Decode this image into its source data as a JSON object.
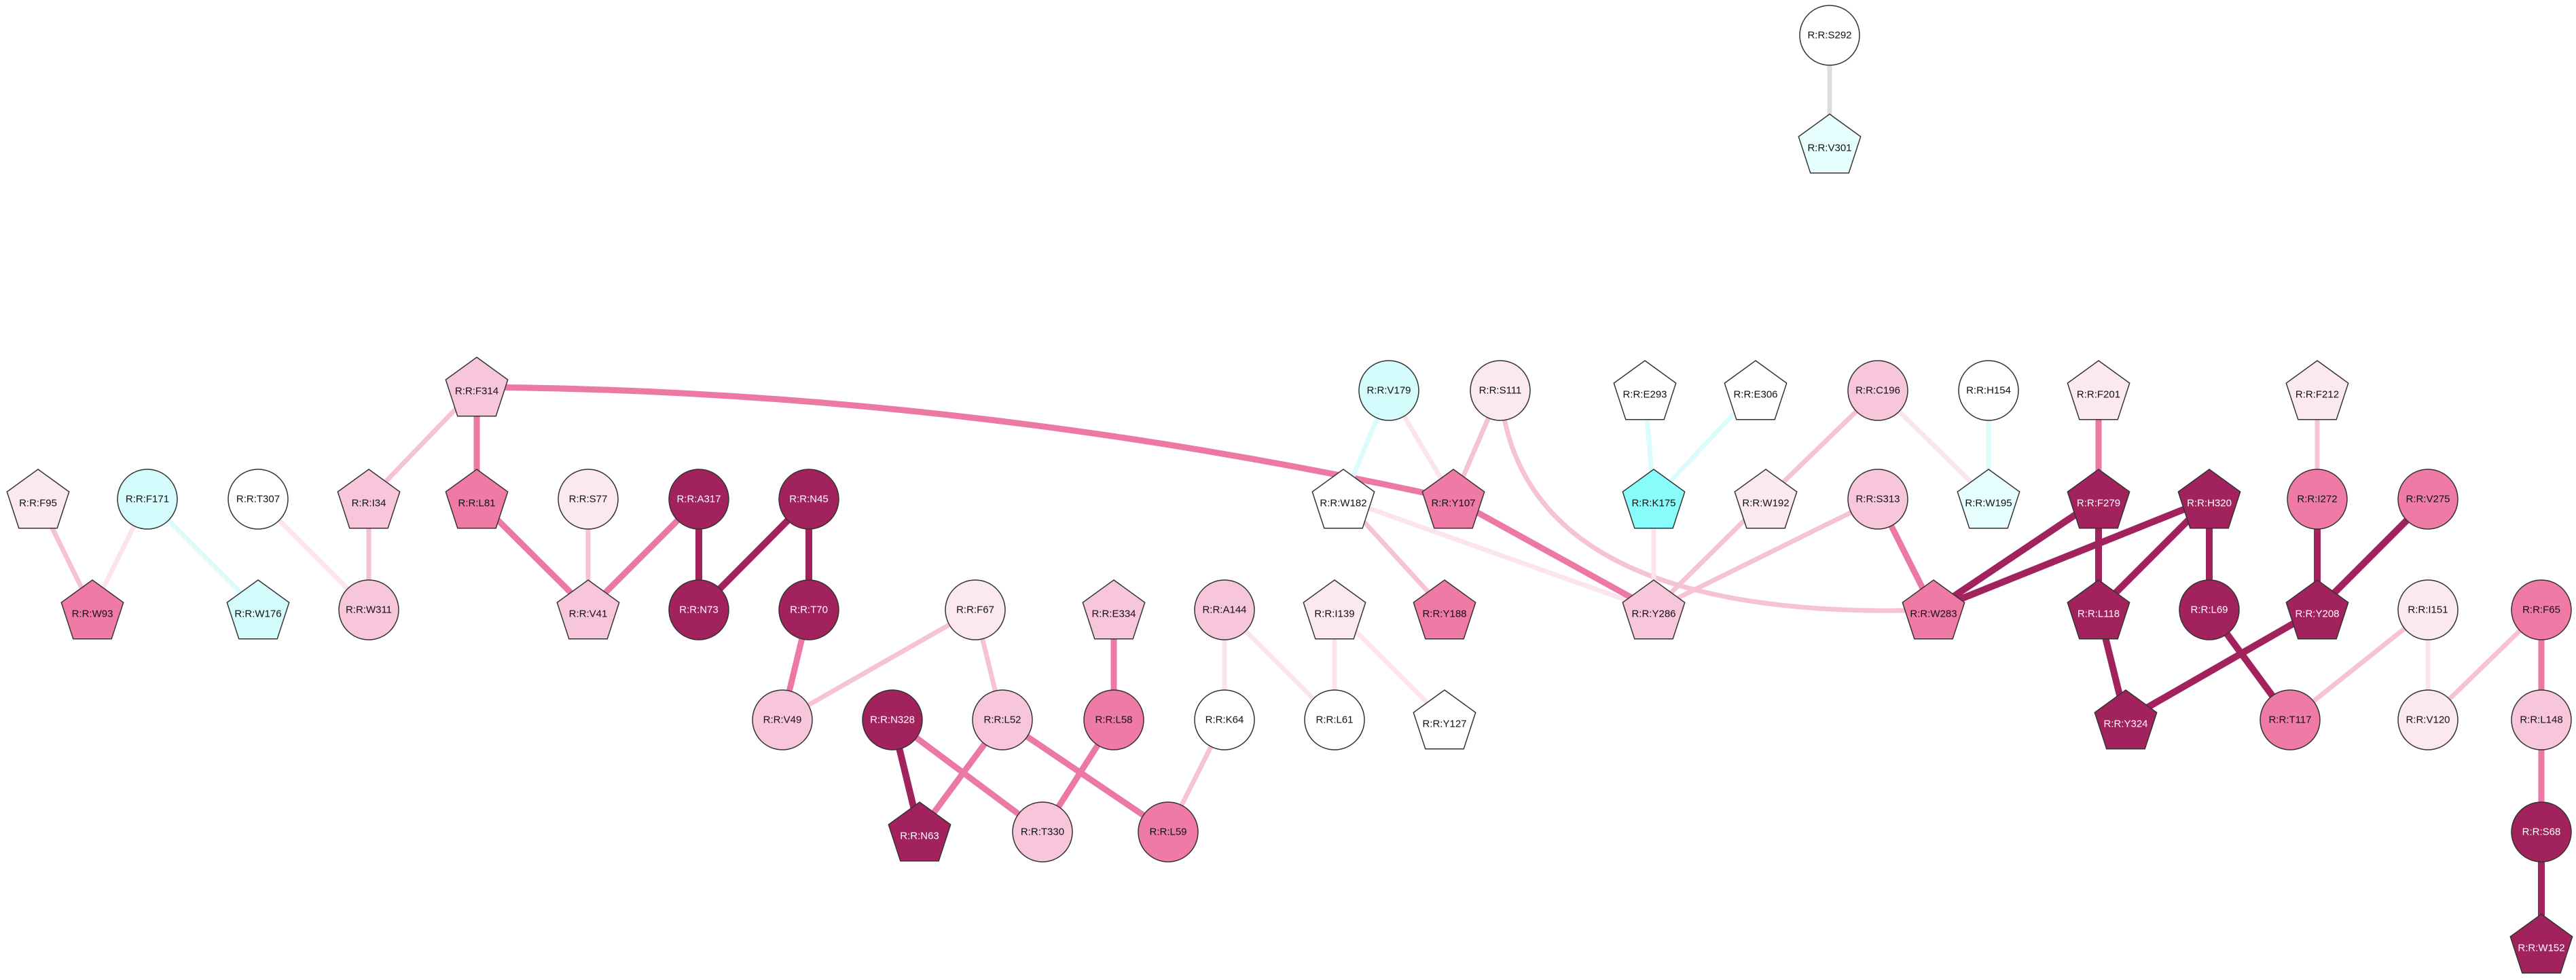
{
  "colors": {
    "white": "#ffffff",
    "cyan_light": "#e6fffe",
    "cyan_mid": "#d4fcfd",
    "cyan_strong": "#88fbfb",
    "pink_pale": "#fce8f0",
    "pink_light": "#f8c6da",
    "pink_mid": "#ef7aa5",
    "magenta_dark": "#a2225e",
    "edge_pale": "#fbe4ee",
    "edge_light": "#f6c2d6",
    "edge_mid": "#ec78a5",
    "edge_dark": "#a2225e",
    "edge_cyan": "#dcfcfc",
    "edge_grey": "#dddddd"
  },
  "nodes": [
    {
      "id": "S292",
      "label": "R:R:S292",
      "shape": "circle",
      "fill": "white"
    },
    {
      "id": "V301",
      "label": "R:R:V301",
      "shape": "pentagon",
      "fill": "cyan_light"
    },
    {
      "id": "F314",
      "label": "R:R:F314",
      "shape": "pentagon",
      "fill": "pink_light"
    },
    {
      "id": "I34",
      "label": "R:R:I34",
      "shape": "pentagon",
      "fill": "pink_light"
    },
    {
      "id": "L81",
      "label": "R:R:L81",
      "shape": "pentagon",
      "fill": "pink_mid"
    },
    {
      "id": "F95",
      "label": "R:R:F95",
      "shape": "pentagon",
      "fill": "pink_pale"
    },
    {
      "id": "W93",
      "label": "R:R:W93",
      "shape": "pentagon",
      "fill": "pink_mid"
    },
    {
      "id": "F171",
      "label": "R:R:F171",
      "shape": "circle",
      "fill": "cyan_mid"
    },
    {
      "id": "T307",
      "label": "R:R:T307",
      "shape": "circle",
      "fill": "white"
    },
    {
      "id": "W176",
      "label": "R:R:W176",
      "shape": "pentagon",
      "fill": "cyan_mid"
    },
    {
      "id": "W311",
      "label": "R:R:W311",
      "shape": "circle",
      "fill": "pink_light"
    },
    {
      "id": "S77",
      "label": "R:R:S77",
      "shape": "circle",
      "fill": "pink_pale"
    },
    {
      "id": "V41",
      "label": "R:R:V41",
      "shape": "pentagon",
      "fill": "pink_light"
    },
    {
      "id": "A317",
      "label": "R:R:A317",
      "shape": "circle",
      "fill": "magenta_dark"
    },
    {
      "id": "N73",
      "label": "R:R:N73",
      "shape": "circle",
      "fill": "magenta_dark"
    },
    {
      "id": "N45",
      "label": "R:R:N45",
      "shape": "circle",
      "fill": "magenta_dark"
    },
    {
      "id": "T70",
      "label": "R:R:T70",
      "shape": "circle",
      "fill": "magenta_dark"
    },
    {
      "id": "V49",
      "label": "R:R:V49",
      "shape": "circle",
      "fill": "pink_light"
    },
    {
      "id": "F67",
      "label": "R:R:F67",
      "shape": "circle",
      "fill": "pink_pale"
    },
    {
      "id": "L52",
      "label": "R:R:L52",
      "shape": "circle",
      "fill": "pink_light"
    },
    {
      "id": "N328",
      "label": "R:R:N328",
      "shape": "circle",
      "fill": "magenta_dark"
    },
    {
      "id": "N63",
      "label": "R:R:N63",
      "shape": "pentagon",
      "fill": "magenta_dark"
    },
    {
      "id": "T330",
      "label": "R:R:T330",
      "shape": "circle",
      "fill": "pink_light"
    },
    {
      "id": "E334",
      "label": "R:R:E334",
      "shape": "pentagon",
      "fill": "pink_light"
    },
    {
      "id": "L58",
      "label": "R:R:L58",
      "shape": "circle",
      "fill": "pink_mid"
    },
    {
      "id": "L59",
      "label": "R:R:L59",
      "shape": "circle",
      "fill": "pink_mid"
    },
    {
      "id": "A144",
      "label": "R:R:A144",
      "shape": "circle",
      "fill": "pink_light"
    },
    {
      "id": "K64",
      "label": "R:R:K64",
      "shape": "circle",
      "fill": "white"
    },
    {
      "id": "I139",
      "label": "R:R:I139",
      "shape": "pentagon",
      "fill": "pink_pale"
    },
    {
      "id": "L61",
      "label": "R:R:L61",
      "shape": "circle",
      "fill": "white"
    },
    {
      "id": "Y127",
      "label": "R:R:Y127",
      "shape": "pentagon",
      "fill": "white"
    },
    {
      "id": "V179",
      "label": "R:R:V179",
      "shape": "circle",
      "fill": "cyan_mid"
    },
    {
      "id": "S111",
      "label": "R:R:S111",
      "shape": "circle",
      "fill": "pink_pale"
    },
    {
      "id": "W182",
      "label": "R:R:W182",
      "shape": "pentagon",
      "fill": "white"
    },
    {
      "id": "Y107",
      "label": "R:R:Y107",
      "shape": "pentagon",
      "fill": "pink_mid"
    },
    {
      "id": "Y188",
      "label": "R:R:Y188",
      "shape": "pentagon",
      "fill": "pink_mid"
    },
    {
      "id": "E293",
      "label": "R:R:E293",
      "shape": "pentagon",
      "fill": "white"
    },
    {
      "id": "E306",
      "label": "R:R:E306",
      "shape": "pentagon",
      "fill": "white"
    },
    {
      "id": "K175",
      "label": "R:R:K175",
      "shape": "pentagon",
      "fill": "cyan_strong"
    },
    {
      "id": "C196",
      "label": "R:R:C196",
      "shape": "circle",
      "fill": "pink_light"
    },
    {
      "id": "W192",
      "label": "R:R:W192",
      "shape": "pentagon",
      "fill": "pink_pale"
    },
    {
      "id": "H154",
      "label": "R:R:H154",
      "shape": "circle",
      "fill": "white"
    },
    {
      "id": "W195",
      "label": "R:R:W195",
      "shape": "pentagon",
      "fill": "cyan_light"
    },
    {
      "id": "S313",
      "label": "R:R:S313",
      "shape": "circle",
      "fill": "pink_light"
    },
    {
      "id": "Y286",
      "label": "R:R:Y286",
      "shape": "pentagon",
      "fill": "pink_light"
    },
    {
      "id": "F201",
      "label": "R:R:F201",
      "shape": "pentagon",
      "fill": "pink_pale"
    },
    {
      "id": "F279",
      "label": "R:R:F279",
      "shape": "pentagon",
      "fill": "magenta_dark"
    },
    {
      "id": "H320",
      "label": "R:R:H320",
      "shape": "pentagon",
      "fill": "magenta_dark"
    },
    {
      "id": "W283",
      "label": "R:R:W283",
      "shape": "pentagon",
      "fill": "pink_mid"
    },
    {
      "id": "L118",
      "label": "R:R:L118",
      "shape": "pentagon",
      "fill": "magenta_dark"
    },
    {
      "id": "L69",
      "label": "R:R:L69",
      "shape": "circle",
      "fill": "magenta_dark"
    },
    {
      "id": "Y324",
      "label": "R:R:Y324",
      "shape": "pentagon",
      "fill": "magenta_dark"
    },
    {
      "id": "F212",
      "label": "R:R:F212",
      "shape": "pentagon",
      "fill": "pink_pale"
    },
    {
      "id": "I272",
      "label": "R:R:I272",
      "shape": "circle",
      "fill": "pink_mid"
    },
    {
      "id": "V275",
      "label": "R:R:V275",
      "shape": "circle",
      "fill": "pink_mid"
    },
    {
      "id": "Y208",
      "label": "R:R:Y208",
      "shape": "pentagon",
      "fill": "magenta_dark"
    },
    {
      "id": "T117",
      "label": "R:R:T117",
      "shape": "circle",
      "fill": "pink_mid"
    },
    {
      "id": "I151",
      "label": "R:R:I151",
      "shape": "circle",
      "fill": "pink_pale"
    },
    {
      "id": "V120",
      "label": "R:R:V120",
      "shape": "circle",
      "fill": "pink_pale"
    },
    {
      "id": "F65",
      "label": "R:R:F65",
      "shape": "circle",
      "fill": "pink_mid"
    },
    {
      "id": "L148",
      "label": "R:R:L148",
      "shape": "circle",
      "fill": "pink_light"
    },
    {
      "id": "S68",
      "label": "R:R:S68",
      "shape": "circle",
      "fill": "magenta_dark"
    },
    {
      "id": "W152",
      "label": "R:R:W152",
      "shape": "pentagon",
      "fill": "magenta_dark"
    }
  ],
  "edges": [
    {
      "from": "S292",
      "to": "V301",
      "color": "edge_grey",
      "weight": 1
    },
    {
      "from": "F314",
      "to": "I34",
      "color": "edge_light",
      "weight": 1
    },
    {
      "from": "F314",
      "to": "L81",
      "color": "edge_mid",
      "weight": 2
    },
    {
      "from": "F314",
      "to": "Y107",
      "color": "edge_mid",
      "weight": 2
    },
    {
      "from": "F95",
      "to": "W93",
      "color": "edge_light",
      "weight": 1
    },
    {
      "from": "F171",
      "to": "W93",
      "color": "edge_pale",
      "weight": 1
    },
    {
      "from": "F171",
      "to": "W176",
      "color": "edge_cyan",
      "weight": 1
    },
    {
      "from": "T307",
      "to": "W311",
      "color": "edge_pale",
      "weight": 1
    },
    {
      "from": "I34",
      "to": "W311",
      "color": "edge_light",
      "weight": 1
    },
    {
      "from": "L81",
      "to": "V41",
      "color": "edge_mid",
      "weight": 2
    },
    {
      "from": "S77",
      "to": "V41",
      "color": "edge_light",
      "weight": 1
    },
    {
      "from": "A317",
      "to": "V41",
      "color": "edge_mid",
      "weight": 2
    },
    {
      "from": "A317",
      "to": "N73",
      "color": "edge_dark",
      "weight": 3
    },
    {
      "from": "N45",
      "to": "N73",
      "color": "edge_dark",
      "weight": 3
    },
    {
      "from": "N45",
      "to": "T70",
      "color": "edge_dark",
      "weight": 3
    },
    {
      "from": "T70",
      "to": "V49",
      "color": "edge_mid",
      "weight": 2
    },
    {
      "from": "F67",
      "to": "V49",
      "color": "edge_light",
      "weight": 1
    },
    {
      "from": "F67",
      "to": "L52",
      "color": "edge_light",
      "weight": 1
    },
    {
      "from": "L52",
      "to": "N63",
      "color": "edge_mid",
      "weight": 2
    },
    {
      "from": "L52",
      "to": "L59",
      "color": "edge_mid",
      "weight": 2
    },
    {
      "from": "N328",
      "to": "N63",
      "color": "edge_dark",
      "weight": 3
    },
    {
      "from": "N328",
      "to": "T330",
      "color": "edge_mid",
      "weight": 2
    },
    {
      "from": "E334",
      "to": "L58",
      "color": "edge_mid",
      "weight": 2
    },
    {
      "from": "L58",
      "to": "T330",
      "color": "edge_mid",
      "weight": 2
    },
    {
      "from": "K64",
      "to": "L59",
      "color": "edge_light",
      "weight": 1
    },
    {
      "from": "A144",
      "to": "K64",
      "color": "edge_pale",
      "weight": 1
    },
    {
      "from": "A144",
      "to": "L61",
      "color": "edge_pale",
      "weight": 1
    },
    {
      "from": "I139",
      "to": "L61",
      "color": "edge_pale",
      "weight": 1
    },
    {
      "from": "I139",
      "to": "Y127",
      "color": "edge_pale",
      "weight": 1
    },
    {
      "from": "V179",
      "to": "W182",
      "color": "edge_cyan",
      "weight": 1
    },
    {
      "from": "S111",
      "to": "Y107",
      "color": "edge_light",
      "weight": 1
    },
    {
      "from": "S111",
      "to": "W283",
      "color": "edge_light",
      "weight": 1
    },
    {
      "from": "V179",
      "to": "Y107",
      "color": "edge_pale",
      "weight": 1
    },
    {
      "from": "W182",
      "to": "Y188",
      "color": "edge_light",
      "weight": 1
    },
    {
      "from": "W182",
      "to": "Y286",
      "color": "edge_pale",
      "weight": 1
    },
    {
      "from": "Y107",
      "to": "Y286",
      "color": "edge_mid",
      "weight": 2
    },
    {
      "from": "E293",
      "to": "K175",
      "color": "edge_cyan",
      "weight": 1
    },
    {
      "from": "E306",
      "to": "K175",
      "color": "edge_cyan",
      "weight": 1
    },
    {
      "from": "K175",
      "to": "Y286",
      "color": "edge_pale",
      "weight": 1
    },
    {
      "from": "C196",
      "to": "W192",
      "color": "edge_light",
      "weight": 1
    },
    {
      "from": "C196",
      "to": "W195",
      "color": "edge_pale",
      "weight": 1
    },
    {
      "from": "H154",
      "to": "W195",
      "color": "edge_cyan",
      "weight": 1
    },
    {
      "from": "W192",
      "to": "Y286",
      "color": "edge_light",
      "weight": 1
    },
    {
      "from": "S313",
      "to": "Y286",
      "color": "edge_light",
      "weight": 1
    },
    {
      "from": "S313",
      "to": "W283",
      "color": "edge_mid",
      "weight": 2
    },
    {
      "from": "F201",
      "to": "F279",
      "color": "edge_mid",
      "weight": 2
    },
    {
      "from": "F279",
      "to": "W283",
      "color": "edge_dark",
      "weight": 3
    },
    {
      "from": "F279",
      "to": "L118",
      "color": "edge_dark",
      "weight": 3
    },
    {
      "from": "H320",
      "to": "W283",
      "color": "edge_dark",
      "weight": 3
    },
    {
      "from": "H320",
      "to": "L118",
      "color": "edge_dark",
      "weight": 3
    },
    {
      "from": "H320",
      "to": "L69",
      "color": "edge_dark",
      "weight": 3
    },
    {
      "from": "L118",
      "to": "Y324",
      "color": "edge_dark",
      "weight": 3
    },
    {
      "from": "L69",
      "to": "T117",
      "color": "edge_dark",
      "weight": 3
    },
    {
      "from": "F212",
      "to": "I272",
      "color": "edge_light",
      "weight": 1
    },
    {
      "from": "I272",
      "to": "Y208",
      "color": "edge_dark",
      "weight": 3
    },
    {
      "from": "V275",
      "to": "Y208",
      "color": "edge_dark",
      "weight": 3
    },
    {
      "from": "Y208",
      "to": "Y324",
      "color": "edge_dark",
      "weight": 3
    },
    {
      "from": "I151",
      "to": "T117",
      "color": "edge_light",
      "weight": 1
    },
    {
      "from": "I151",
      "to": "V120",
      "color": "edge_pale",
      "weight": 1
    },
    {
      "from": "F65",
      "to": "V120",
      "color": "edge_light",
      "weight": 1
    },
    {
      "from": "F65",
      "to": "L148",
      "color": "edge_mid",
      "weight": 2
    },
    {
      "from": "L148",
      "to": "S68",
      "color": "edge_mid",
      "weight": 2
    },
    {
      "from": "S68",
      "to": "W152",
      "color": "edge_dark",
      "weight": 3
    }
  ]
}
